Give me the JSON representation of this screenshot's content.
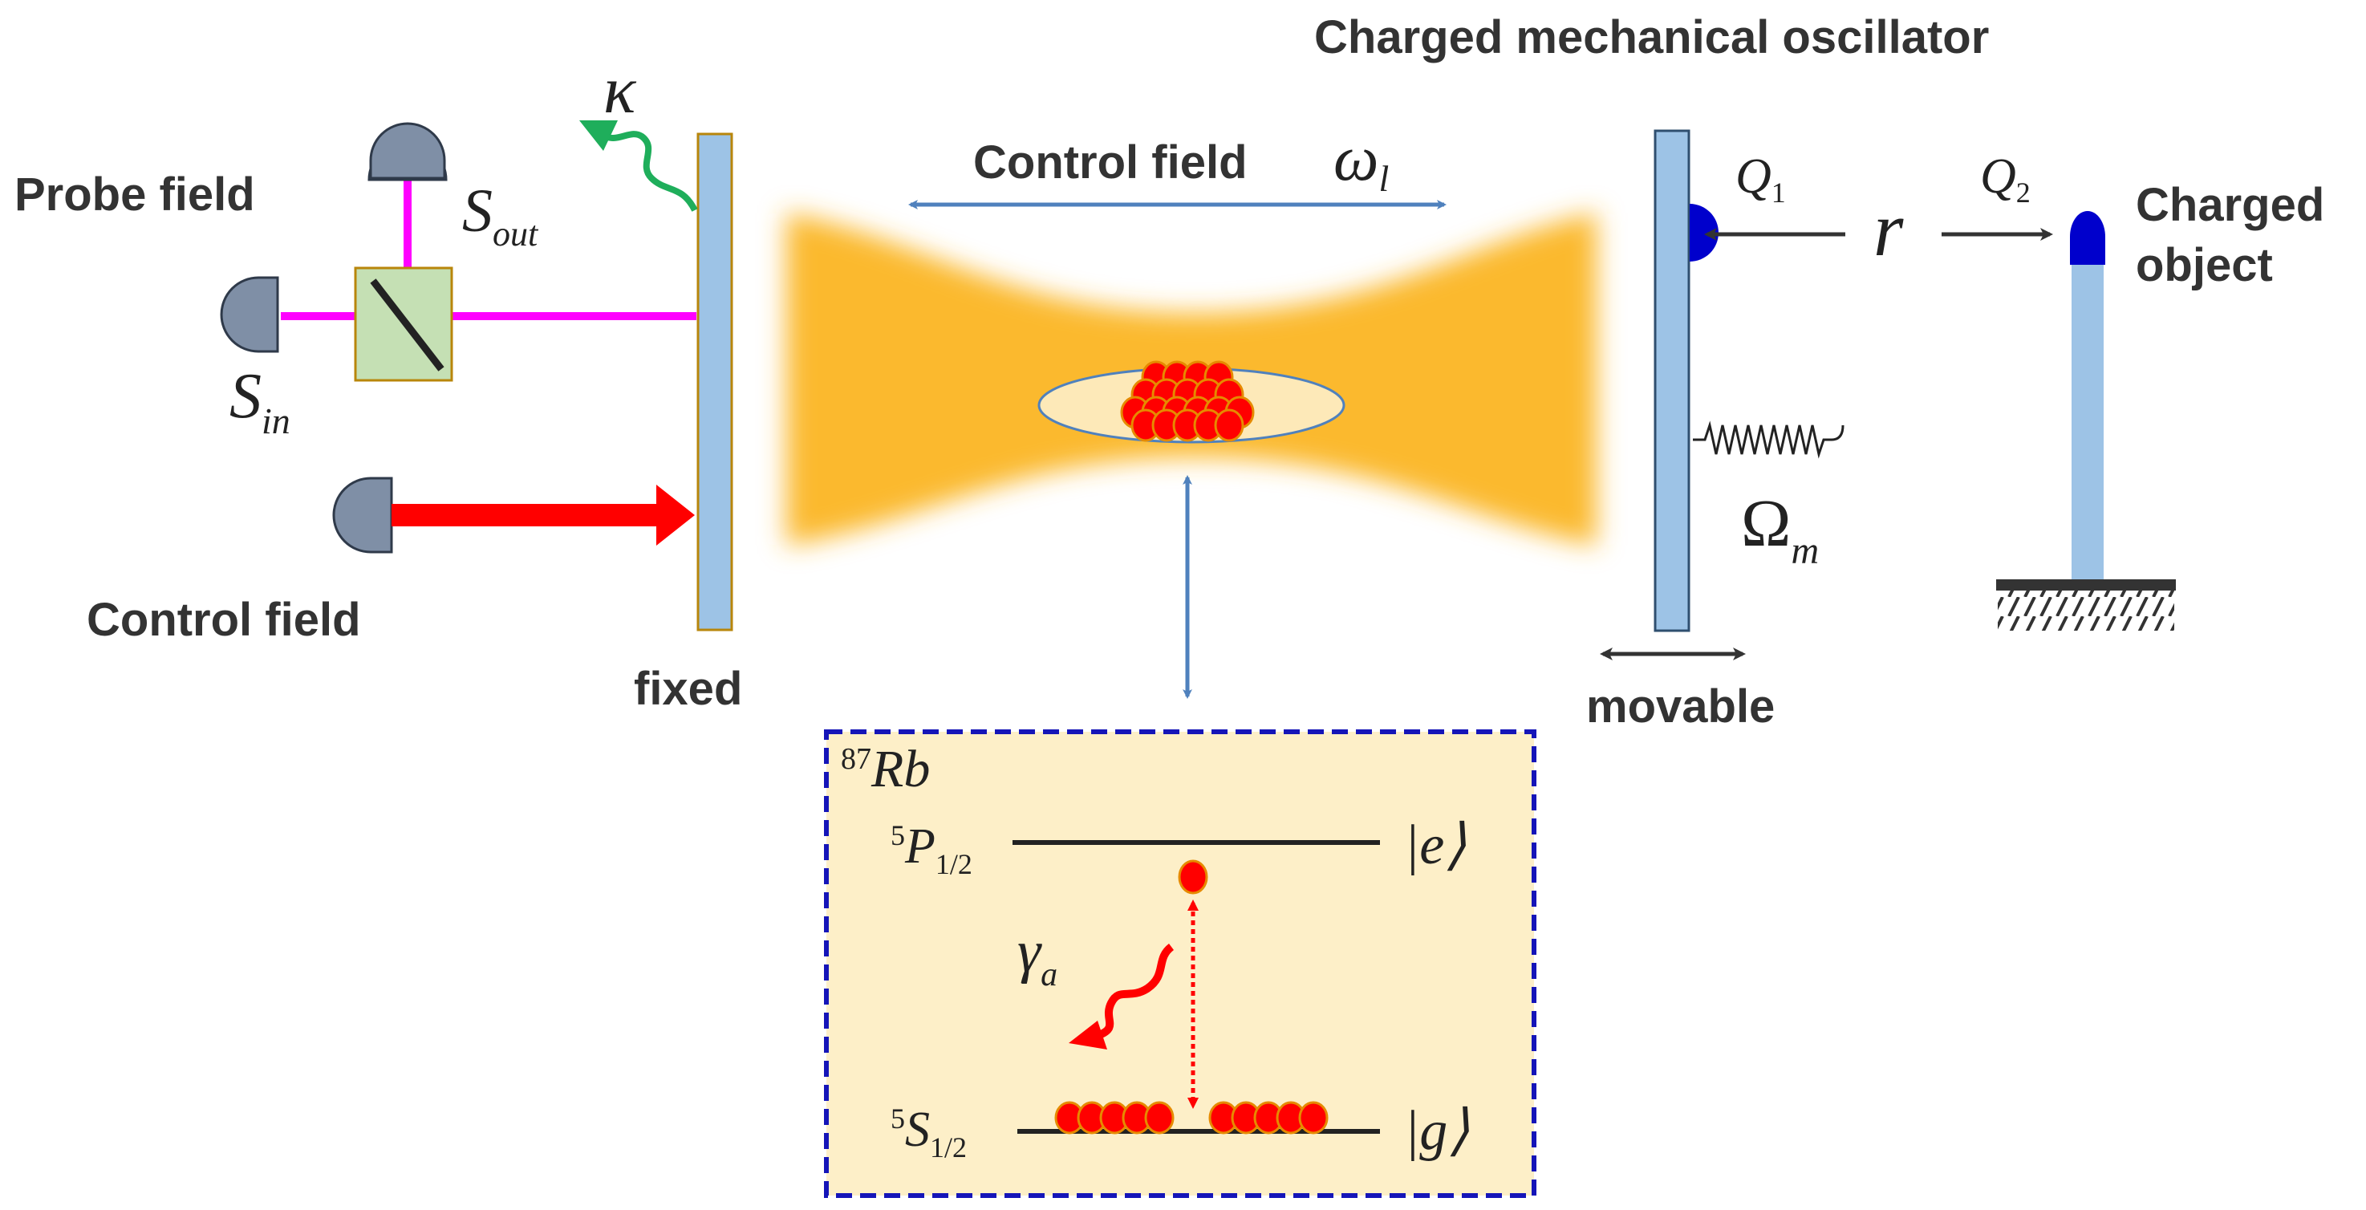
{
  "labels": {
    "probe_field": "Probe field",
    "control_field_left": "Control field",
    "control_field_top": "Control field",
    "fixed": "fixed",
    "movable": "movable",
    "charged_mechanical_oscillator": "Charged mechanical oscillator",
    "charged_object_line1": "Charged",
    "charged_object_line2": "object"
  },
  "symbols": {
    "kappa": "κ",
    "s_out": "S",
    "s_out_sub": "out",
    "s_in": "S",
    "s_in_sub": "in",
    "omega_l": "ω",
    "omega_l_sub": "l",
    "q1": "Q",
    "q1_sub": "1",
    "q2": "Q",
    "q2_sub": "2",
    "r": "r",
    "omega_m": "Ω",
    "omega_m_sub": "m"
  },
  "inset": {
    "isotope_sup": "87",
    "isotope": "Rb",
    "upper_level_sup": "5",
    "upper_level": "P",
    "upper_level_sub": "1/2",
    "lower_level_sup": "5",
    "lower_level": "S",
    "lower_level_sub": "1/2",
    "ket_e": "|e⟩",
    "ket_g": "|g⟩",
    "gamma": "γ",
    "gamma_sub": "a"
  },
  "colors": {
    "cavity_light": "#fbb92d",
    "mirror": "#9dc3e6",
    "probe_beam": "#ff00ff",
    "control_beam": "#ff0000",
    "atom": "#ff0000",
    "blue_arrow": "#4f81bd",
    "charge": "#0000cc",
    "inset_bg": "#fdefc8",
    "inset_border": "#1515b8",
    "decay": "#1fae5b"
  }
}
